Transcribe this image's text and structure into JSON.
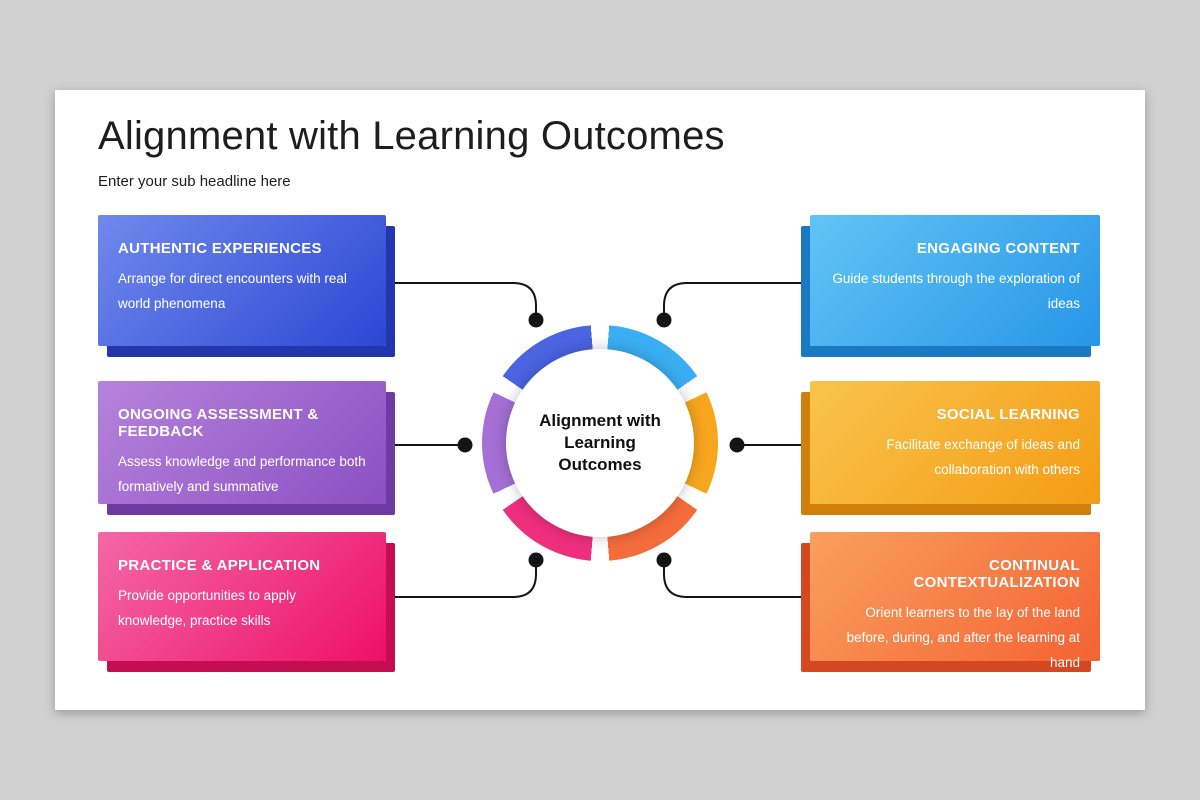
{
  "slide": {
    "title": "Alignment with Learning Outcomes",
    "subtitle": "Enter your sub headline here"
  },
  "center": {
    "lines": [
      "Alignment with",
      "Learning",
      "Outcomes"
    ]
  },
  "ring": {
    "segments": [
      {
        "name": "engaging-content-segment",
        "color": "#3aaef2"
      },
      {
        "name": "social-learning-segment",
        "color": "#f8a61e"
      },
      {
        "name": "continual-contextualization-segment",
        "color": "#f46c3c"
      },
      {
        "name": "practice-application-segment",
        "color": "#ee2f7d"
      },
      {
        "name": "ongoing-assessment-segment",
        "color": "#a56fd6"
      },
      {
        "name": "authentic-experiences-segment",
        "color": "#4a64e2"
      }
    ]
  },
  "cards": {
    "left": [
      {
        "title": "AUTHENTIC EXPERIENCES",
        "body": "Arrange for direct encounters with real world phenomena",
        "colors": {
          "from": "#7089ec",
          "to": "#2c47d4",
          "shadow": "#2336ae"
        }
      },
      {
        "title": "ONGOING ASSESSMENT & FEEDBACK",
        "body": "Assess knowledge and performance both formatively and summative",
        "colors": {
          "from": "#b683dc",
          "to": "#8a50c2",
          "shadow": "#6f3ba3"
        }
      },
      {
        "title": "PRACTICE & APPLICATION",
        "body": "Provide opportunities to apply knowledge, practice skills",
        "colors": {
          "from": "#f468a8",
          "to": "#ee1066",
          "shadow": "#c40d52"
        }
      }
    ],
    "right": [
      {
        "title": "ENGAGING CONTENT",
        "body": "Guide students through the exploration of ideas",
        "colors": {
          "from": "#62c4f4",
          "to": "#2796e8",
          "shadow": "#1b79c4"
        }
      },
      {
        "title": "SOCIAL LEARNING",
        "body": "Facilitate exchange of ideas and collaboration with others",
        "colors": {
          "from": "#f9c44c",
          "to": "#f49c14",
          "shadow": "#d07f0a"
        }
      },
      {
        "title": "CONTINUAL CONTEXTUALIZATION",
        "body": "Orient learners to the lay of the land before, during, and after the learning at hand",
        "colors": {
          "from": "#f9a05e",
          "to": "#f46233",
          "shadow": "#d4481f"
        }
      }
    ]
  }
}
